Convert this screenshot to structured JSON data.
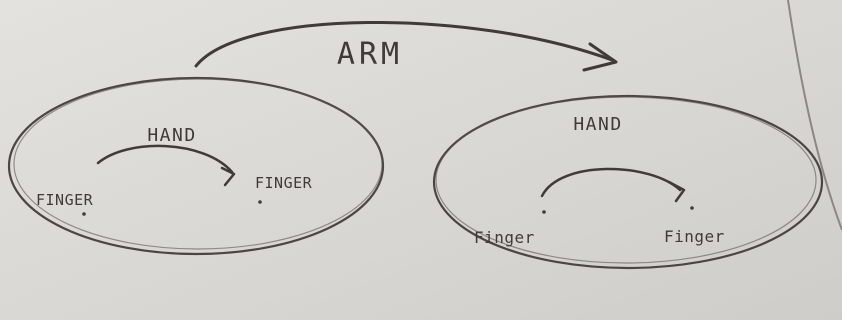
{
  "diagram": {
    "top_arrow_label": "ARM",
    "groups": [
      {
        "label": "HAND",
        "nodes": [
          "FINGER",
          "FINGER"
        ]
      },
      {
        "label": "HAND",
        "nodes": [
          "Finger",
          "Finger"
        ]
      }
    ]
  },
  "colors": {
    "paper": "#d9d7d3",
    "ink": "#3f3b39"
  }
}
